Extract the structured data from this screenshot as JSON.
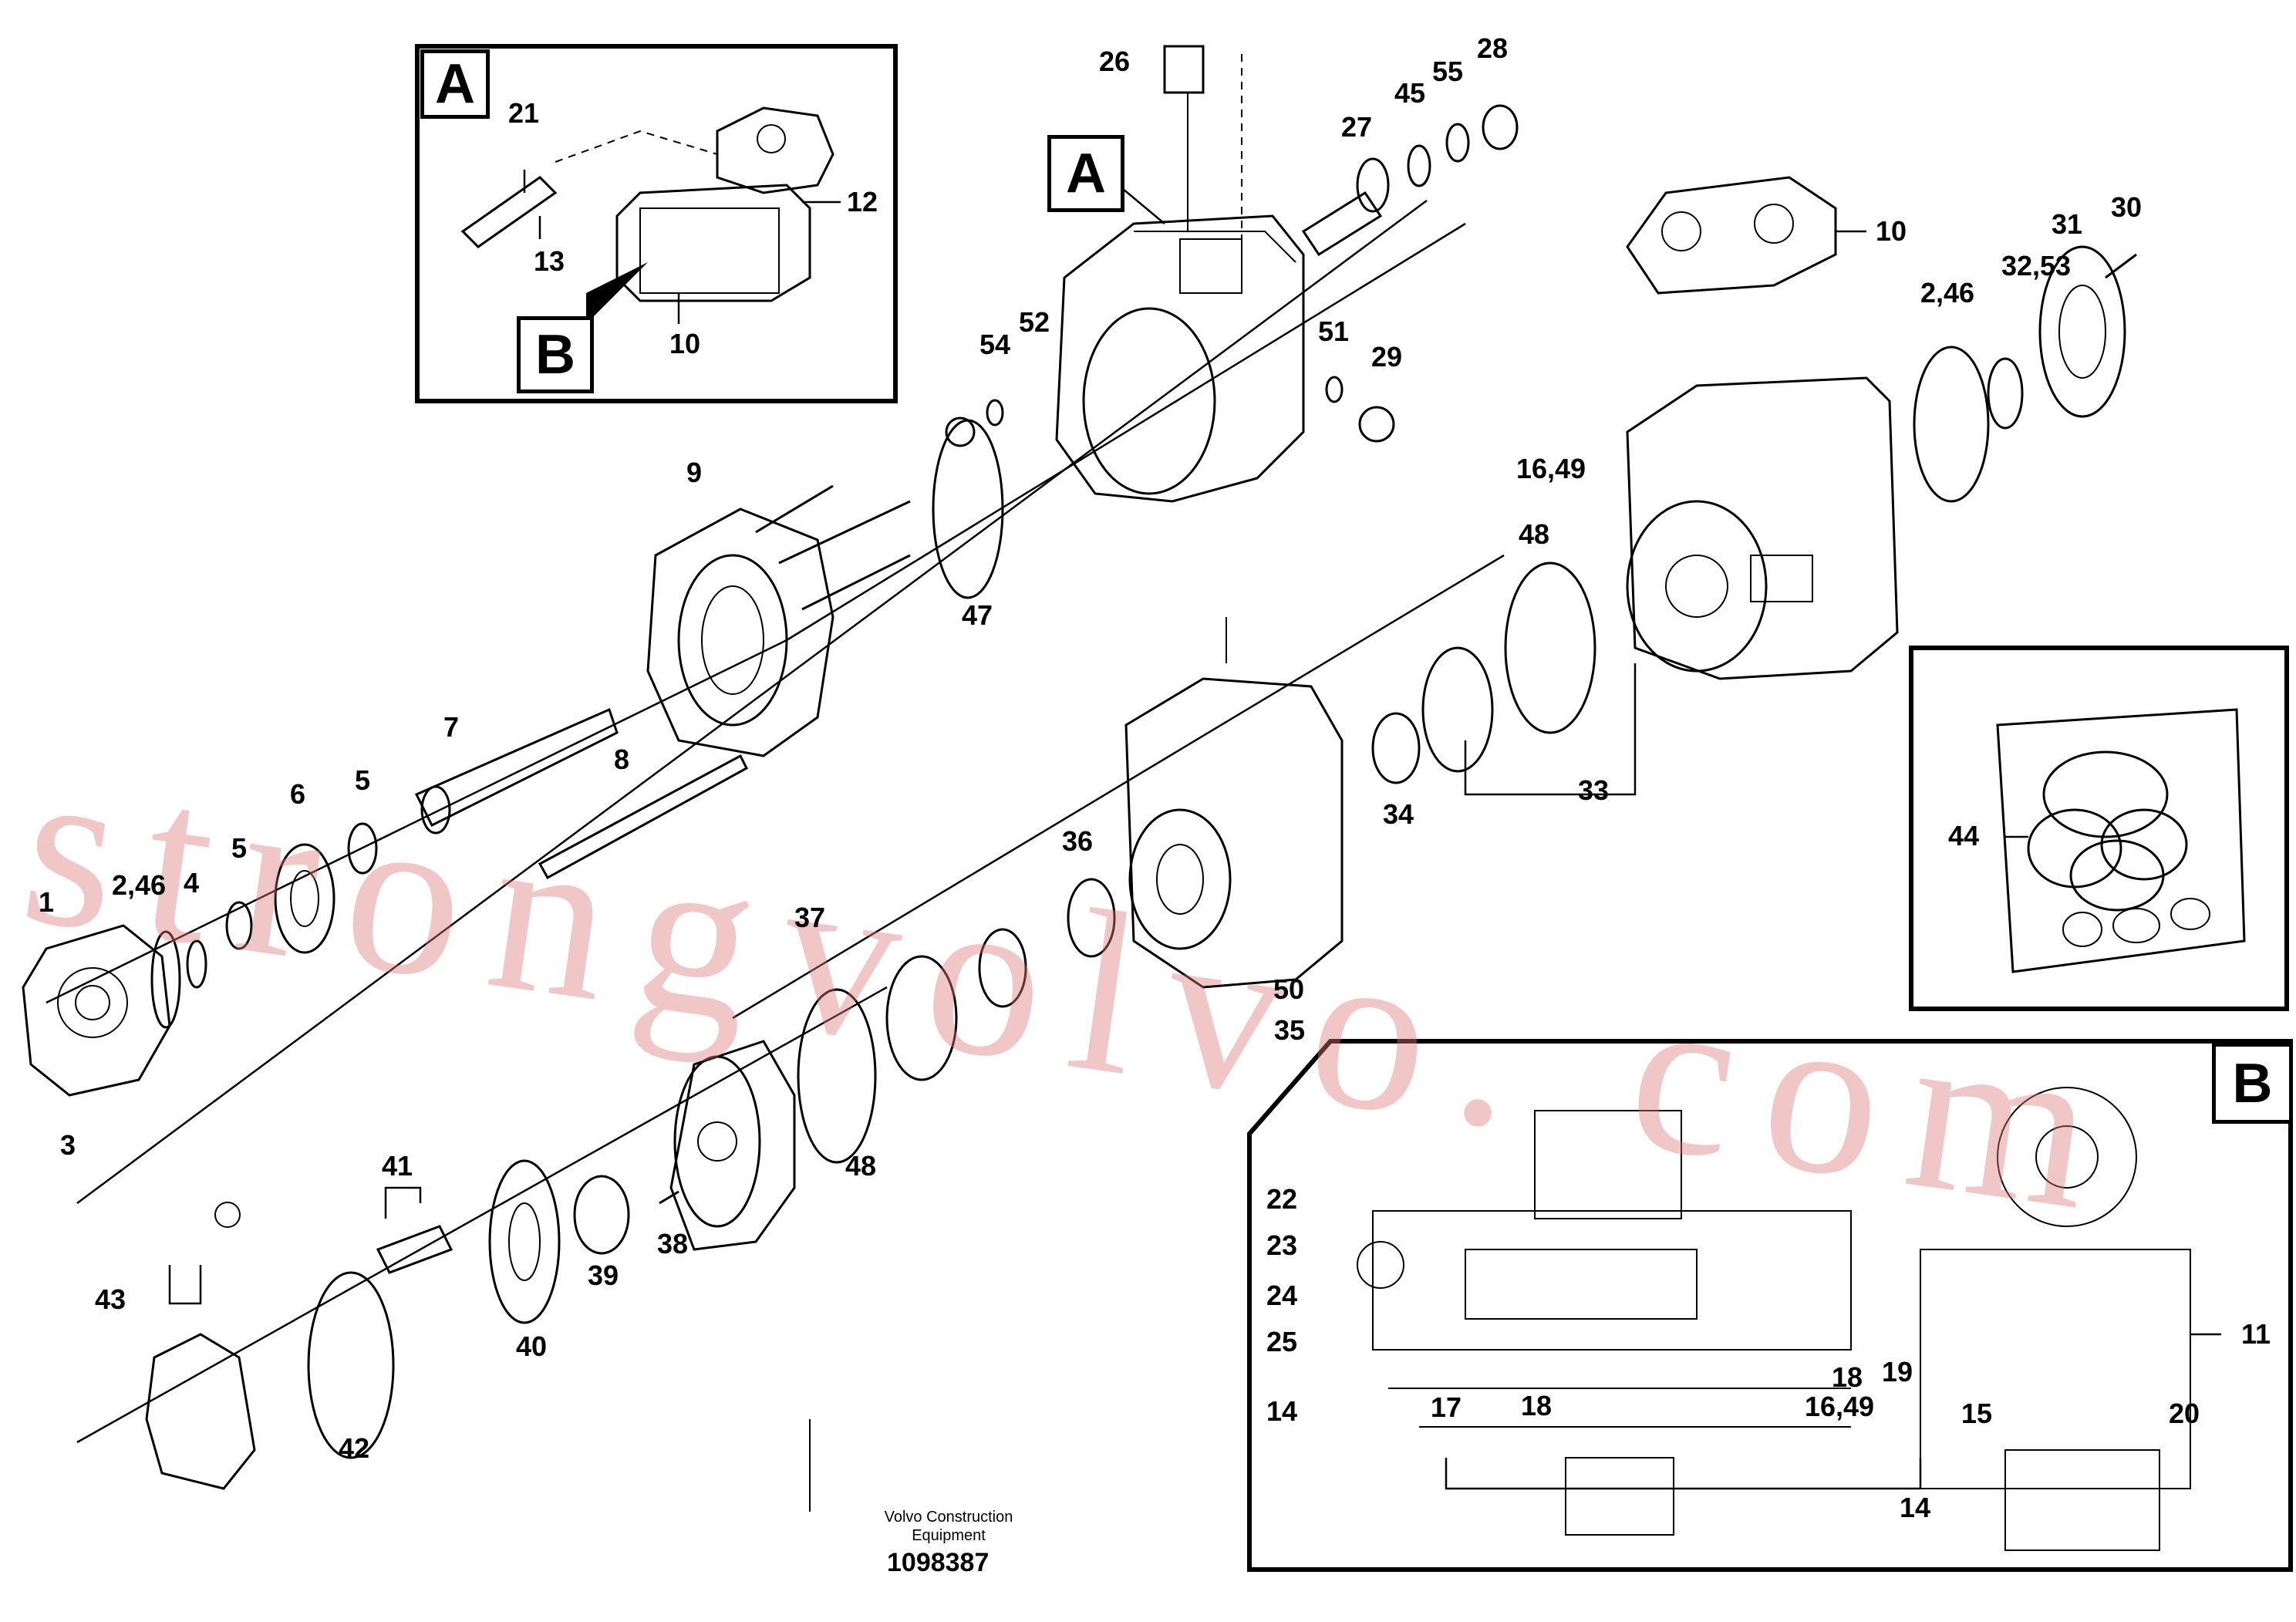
{
  "detail_boxes": {
    "a": {
      "letter": "A",
      "labels": [
        "21",
        "12",
        "13",
        "10"
      ],
      "pointer_letter": "B"
    },
    "b": {
      "letter": "B"
    }
  },
  "main_view": {
    "pointer_letter": "A"
  },
  "callouts": [
    "1",
    "2,46",
    "4",
    "5",
    "6",
    "5",
    "7",
    "8",
    "9",
    "3",
    "26",
    "28",
    "55",
    "45",
    "27",
    "52",
    "54",
    "51",
    "29",
    "47",
    "10",
    "31",
    "30",
    "32,53",
    "2,46",
    "16,49",
    "48",
    "33",
    "34",
    "36",
    "37",
    "39",
    "38",
    "40",
    "41",
    "43",
    "42",
    "48",
    "50",
    "35",
    "44"
  ],
  "detail_b_callouts": [
    "22",
    "23",
    "24",
    "25",
    "14",
    "17",
    "18",
    "18",
    "16,49",
    "19",
    "15",
    "20",
    "11",
    "14"
  ],
  "footer": {
    "company": "Volvo Construction",
    "company2": "Equipment",
    "doc_number": "1098387"
  },
  "watermark": "strongvolvo. com"
}
